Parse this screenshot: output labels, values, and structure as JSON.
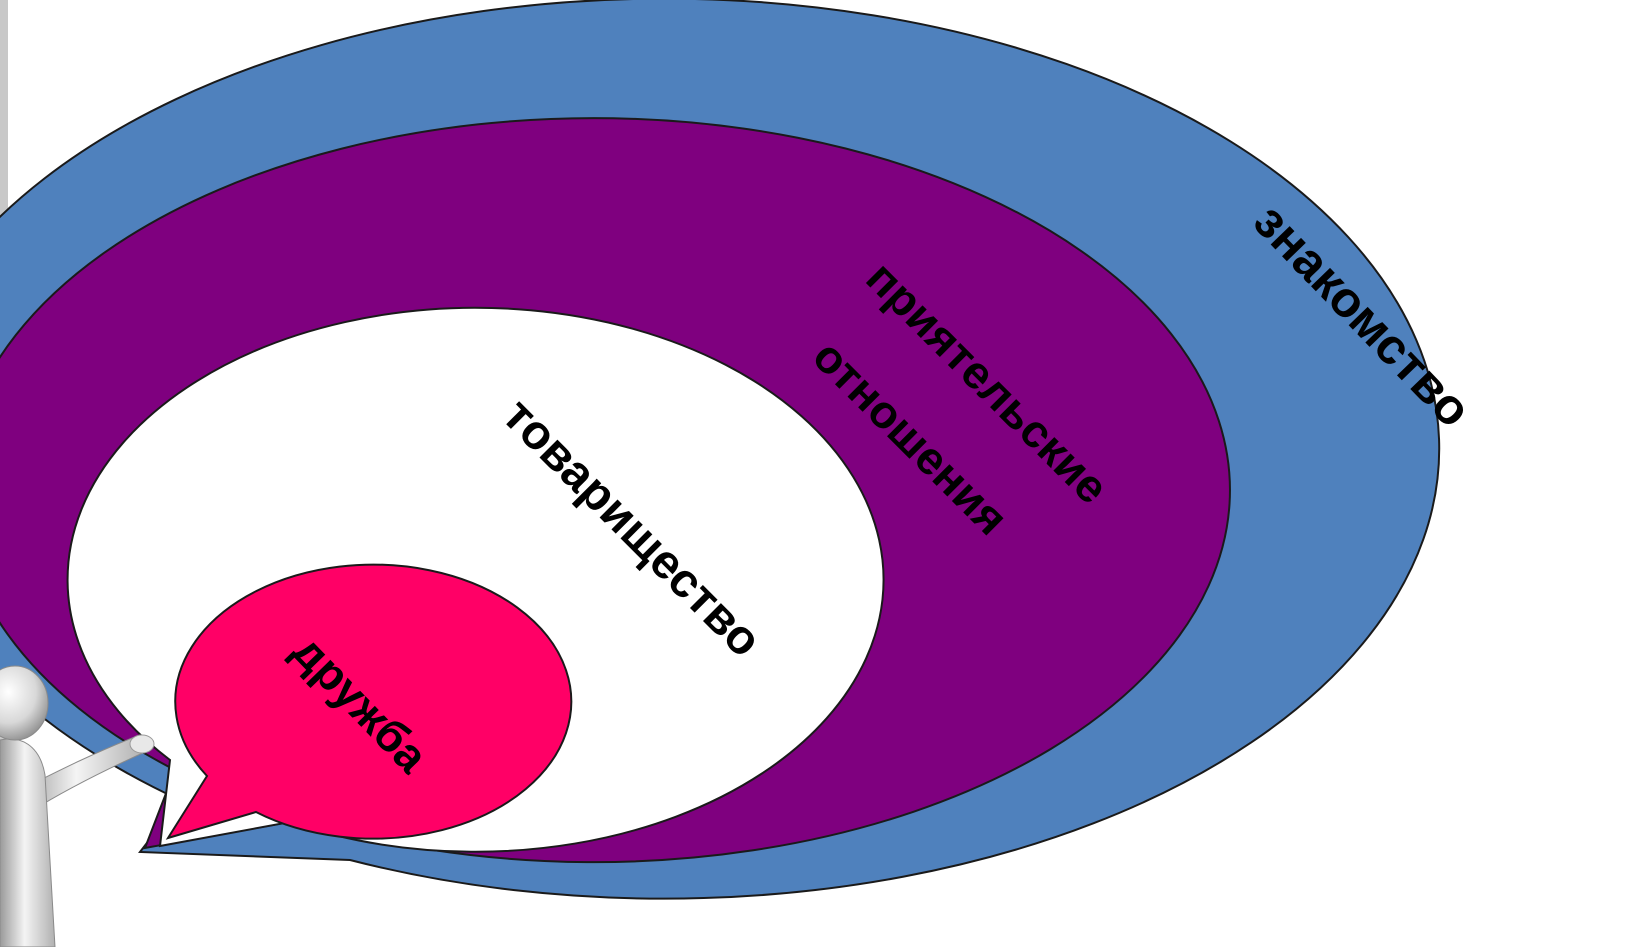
{
  "diagram": {
    "labels": {
      "acquaintance": "знакомство",
      "friendly_relations_line1": "приятельские",
      "friendly_relations_line2": "отношения",
      "comradeship": "товарищество",
      "friendship": "дружба"
    },
    "colors": {
      "acquaintance_fill": "#4F81BD",
      "friendly_relations_fill": "#7F007F",
      "comradeship_fill": "#FFFFFF",
      "friendship_fill": "#FF0066",
      "outline": "#1a1a1a"
    },
    "figure": {
      "icon": "pointing-person-figure-icon"
    }
  }
}
